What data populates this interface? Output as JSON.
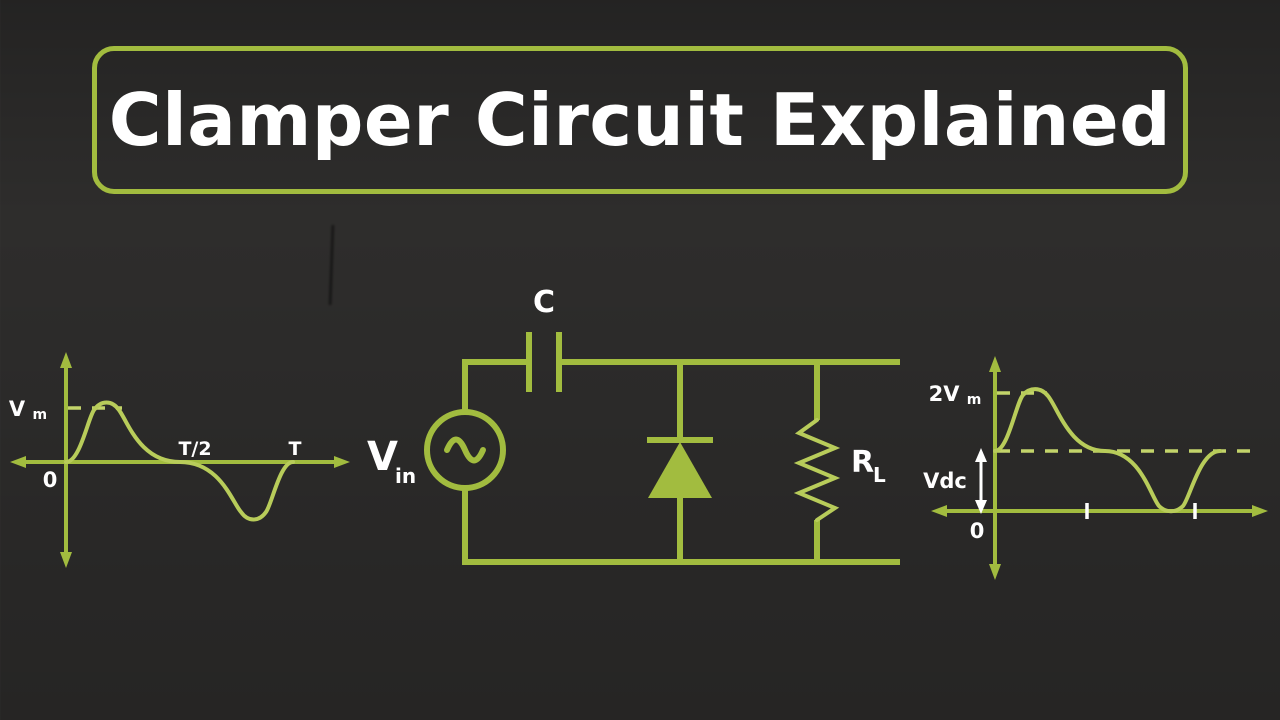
{
  "page": {
    "title": "Clamper Circuit Explained",
    "background_color": "#2e2d2c",
    "accent_color": "#a2bc3f",
    "text_color": "#ffffff"
  },
  "title_box": {
    "label": "Clamper Circuit Explained",
    "border_color": "#a2bc3f"
  },
  "input_graph": {
    "name": "input-waveform",
    "y_peak_label": "Vm",
    "origin_label": "0",
    "x_tick_labels": [
      "T/2",
      "T"
    ],
    "description": "Input sinusoid Vin"
  },
  "circuit": {
    "source_label_main": "V",
    "source_label_sub": "in",
    "source_symbol": "~",
    "capacitor_label": "C",
    "resistor_label_main": "R",
    "resistor_label_sub": "L",
    "diode_name": "diode",
    "components": [
      {
        "name": "ac-source",
        "label": "Vin"
      },
      {
        "name": "capacitor",
        "label": "C"
      },
      {
        "name": "diode",
        "label": ""
      },
      {
        "name": "load-resistor",
        "label": "RL"
      }
    ]
  },
  "output_graph": {
    "name": "output-waveform",
    "y_peak_label": "2Vm",
    "dc_shift_label": "Vdc",
    "origin_label": "0",
    "tick_count": 2,
    "description": "Clamped output waveform shifted up by Vdc"
  },
  "chart_data": [
    {
      "type": "line",
      "title": "Input waveform",
      "xlabel": "",
      "ylabel": "",
      "x": [
        0,
        0.125,
        0.25,
        0.375,
        0.5,
        0.625,
        0.75,
        0.875,
        1
      ],
      "values": [
        0,
        0.707,
        1,
        0.707,
        0,
        -0.707,
        -1,
        -0.707,
        0
      ],
      "ylim": [
        -1.3,
        1.3
      ],
      "xlim": [
        -0.35,
        1.25
      ],
      "ytick_labels": [
        "Vm"
      ],
      "xtick_labels": [
        "0",
        "T/2",
        "T"
      ],
      "grid": false,
      "legend": "none",
      "annotations": [
        "Vm dashed level at peak"
      ]
    },
    {
      "type": "line",
      "title": "Output waveform (clamped)",
      "xlabel": "",
      "ylabel": "",
      "x": [
        0,
        0.125,
        0.25,
        0.375,
        0.5,
        0.625,
        0.75,
        0.875,
        1
      ],
      "values": [
        1,
        1.707,
        2,
        1.707,
        1,
        0.293,
        0,
        0.293,
        1
      ],
      "ylim": [
        -0.8,
        2.4
      ],
      "xlim": [
        -0.35,
        1.3
      ],
      "ytick_labels": [
        "0",
        "Vdc",
        "2Vm"
      ],
      "xtick_labels": [],
      "grid": false,
      "legend": "none",
      "annotations": [
        "2Vm dashed level at peak",
        "Vdc dashed level at vertical offset",
        "Vdc double arrow from 0 to Vdc"
      ]
    }
  ]
}
